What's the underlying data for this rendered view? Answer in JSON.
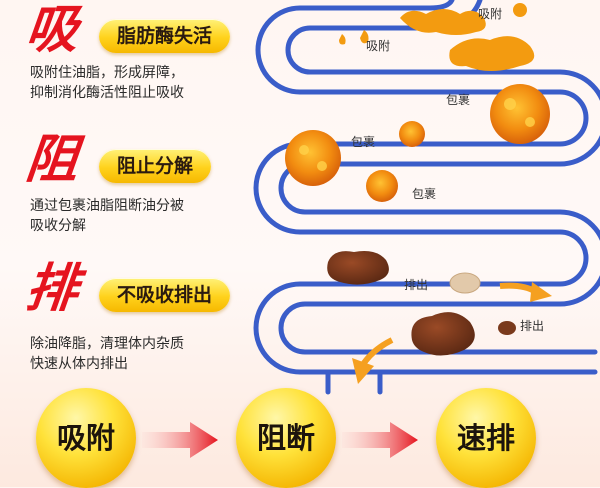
{
  "sections": [
    {
      "char": "吸",
      "title": "脂肪酶失活",
      "desc": [
        "吸附住油脂，形成屏障，",
        "抑制消化酶活性阻止吸收"
      ]
    },
    {
      "char": "阻",
      "title": "阻止分解",
      "desc": [
        "通过包裹油脂阻断油分被",
        "吸收分解"
      ]
    },
    {
      "char": "排",
      "title": "不吸收排出",
      "desc": [
        "除油降脂，清理体内杂质",
        "快速从体内排出"
      ]
    }
  ],
  "intestine_labels": {
    "adsorb_top": "吸附",
    "adsorb": "吸附",
    "wrap_1": "包裹",
    "wrap_2": "包裹",
    "wrap_3": "包裹",
    "expel_1": "排出",
    "expel_2": "排出"
  },
  "steps": [
    "吸附",
    "阻断",
    "速排"
  ],
  "colors": {
    "red": "#e5141f",
    "yellow": "#ffd21c",
    "blue": "#3a5dc9",
    "orange": "#f08a12"
  }
}
